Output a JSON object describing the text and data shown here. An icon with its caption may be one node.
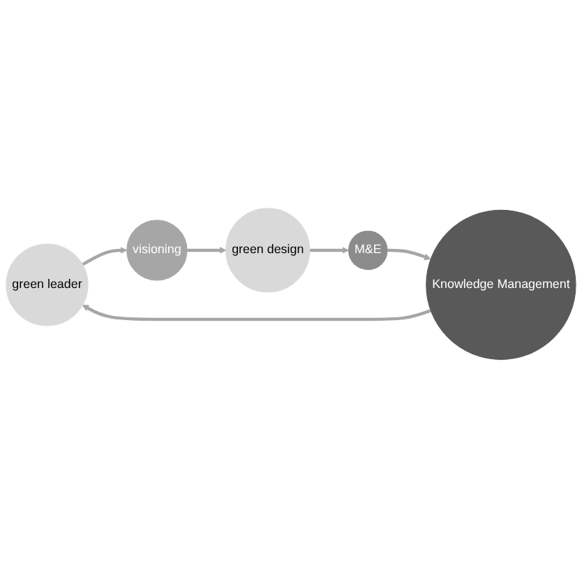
{
  "diagram": {
    "nodes": [
      {
        "text": [
          "green leader"
        ]
      },
      {
        "text": [
          "visioning"
        ]
      },
      {
        "text": [
          "green design"
        ]
      },
      {
        "text": [
          "M&E"
        ]
      },
      {
        "text": [
          "Knowledge Management"
        ]
      }
    ],
    "edges": [
      {
        "from": 0,
        "to": 1,
        "arrow": "to"
      },
      {
        "from": 1,
        "to": 2,
        "arrow": "to"
      },
      {
        "from": 2,
        "to": 3,
        "arrow": "to"
      },
      {
        "from": 3,
        "to": 4,
        "arrow": "to"
      },
      {
        "from": 4,
        "to": 0,
        "arrow": "to"
      }
    ]
  }
}
